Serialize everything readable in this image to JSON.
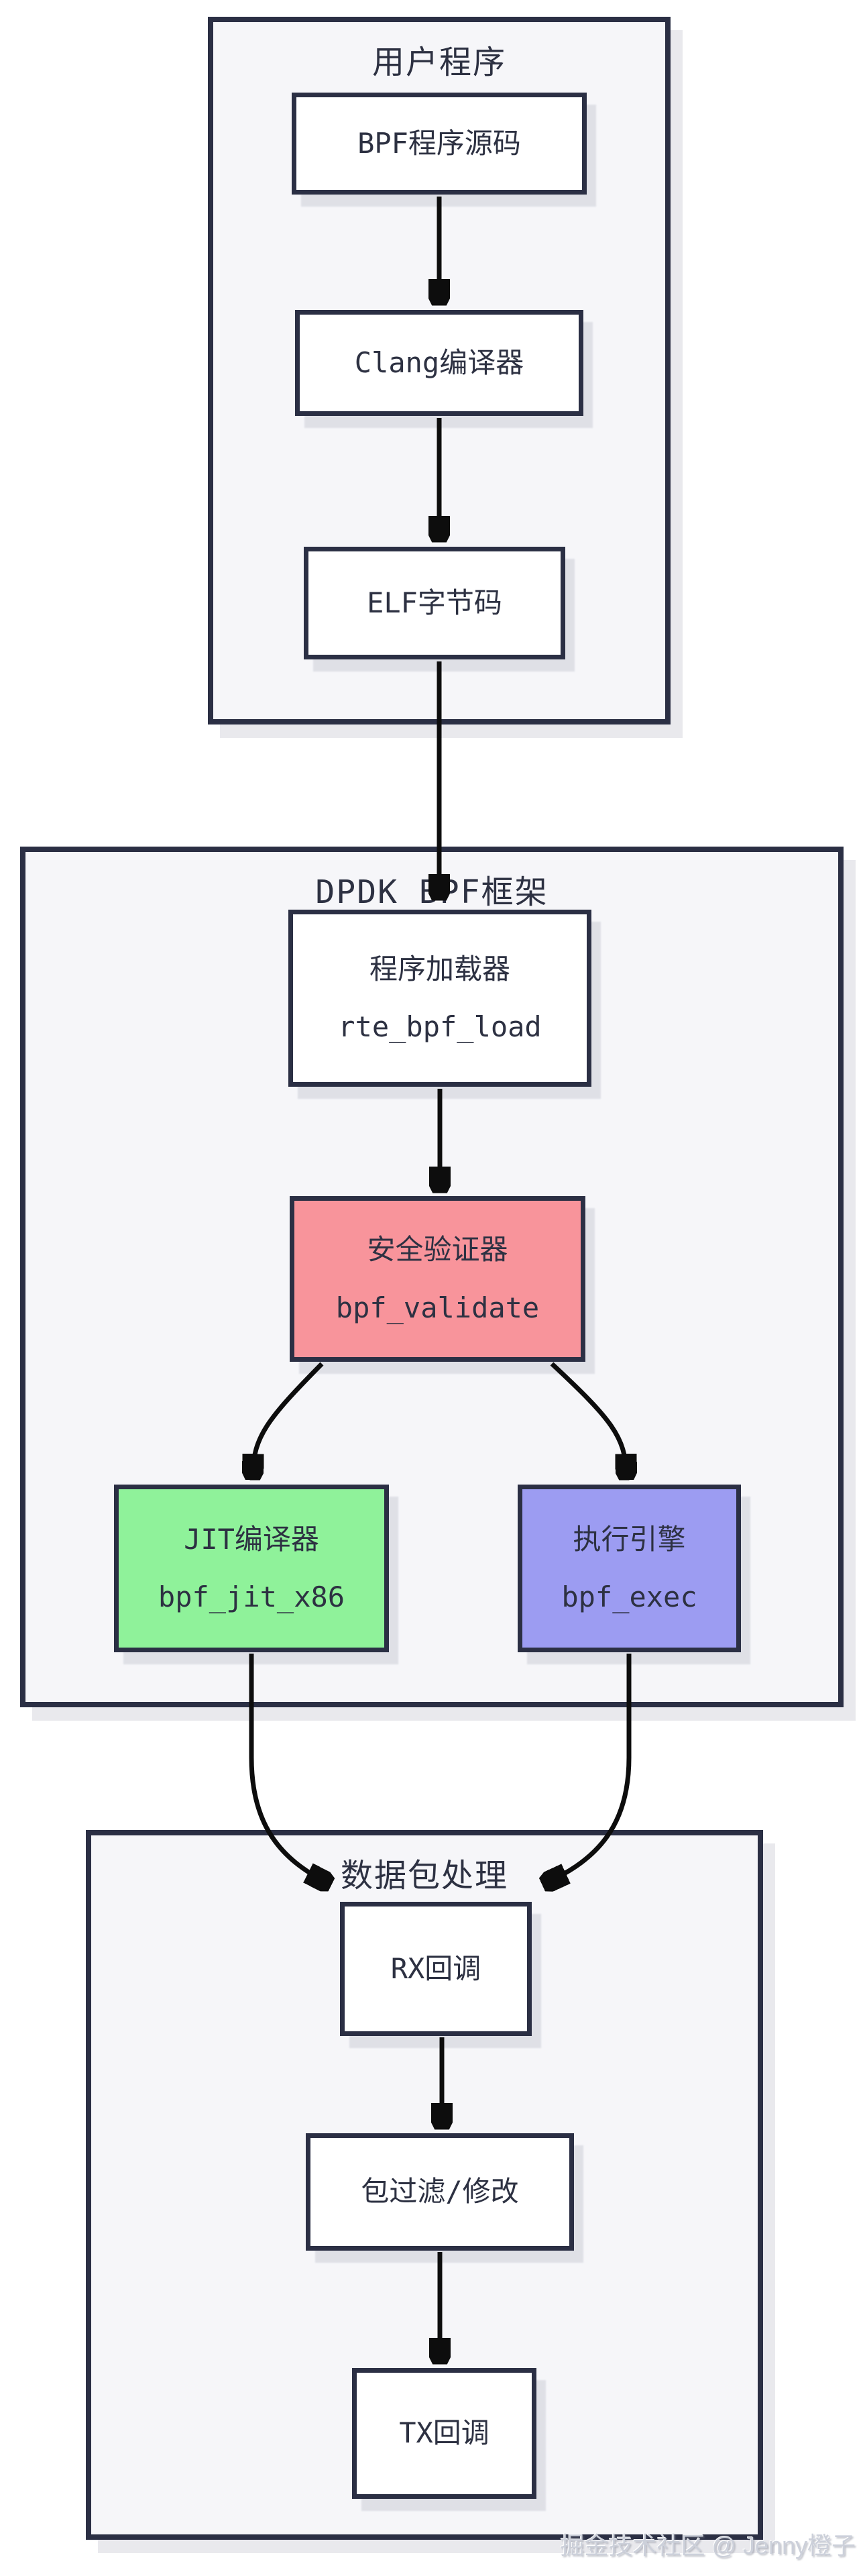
{
  "diagram": {
    "sections": {
      "user_program": {
        "title": "用户程序"
      },
      "dpdk_framework": {
        "title": "DPDK BPF框架"
      },
      "packet_process": {
        "title": "数据包处理"
      }
    },
    "nodes": {
      "bpf_source": {
        "line1": "BPF程序源码"
      },
      "clang": {
        "line1": "Clang编译器"
      },
      "elf": {
        "line1": "ELF字节码"
      },
      "loader": {
        "line1": "程序加载器",
        "line2": "rte_bpf_load"
      },
      "validator": {
        "line1": "安全验证器",
        "line2": "bpf_validate"
      },
      "jit": {
        "line1": "JIT编译器",
        "line2": "bpf_jit_x86"
      },
      "exec": {
        "line1": "执行引擎",
        "line2": "bpf_exec"
      },
      "rx": {
        "line1": "RX回调"
      },
      "filter": {
        "line1": "包过滤/修改"
      },
      "tx": {
        "line1": "TX回调"
      }
    },
    "colors": {
      "border": "#2b2f44",
      "arrow": "#0d0d0d",
      "container_fill": "#f6f6f9",
      "validator_fill": "#f8949b",
      "jit_fill": "#8ff29a",
      "exec_fill": "#9c9cf2"
    },
    "watermark": "掘金技术社区 @ Jenny橙子"
  }
}
